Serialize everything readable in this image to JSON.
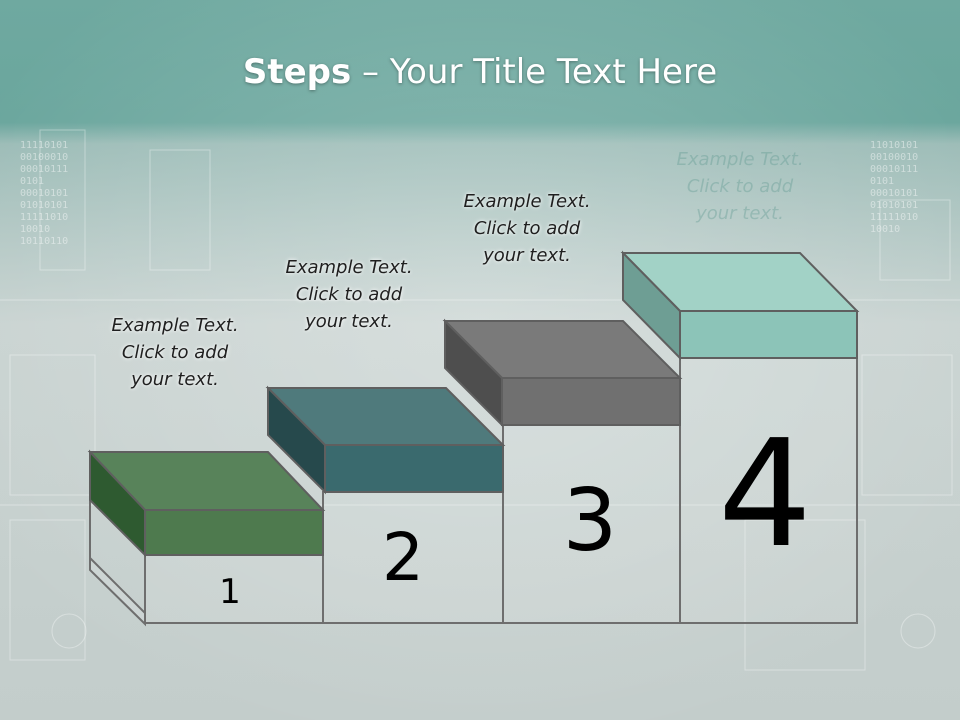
{
  "title": {
    "bold": "Steps",
    "rest": " – Your Title Text Here"
  },
  "steps": [
    {
      "number": "1",
      "lines": [
        "Example Text.",
        "Click  to add",
        "your text."
      ],
      "color": "#4e7a4e"
    },
    {
      "number": "2",
      "lines": [
        "Example Text.",
        "Click  to add",
        "your text."
      ],
      "color": "#3a6a6e"
    },
    {
      "number": "3",
      "lines": [
        "Example Text.",
        "Click  to add",
        "your text."
      ],
      "color": "#707070"
    },
    {
      "number": "4",
      "lines": [
        "Example Text.",
        "Click  to add",
        "your text."
      ],
      "color": "#8cc4b8"
    }
  ],
  "colors": {
    "teal_band": "#6fa9a0",
    "background": "#c7d1cf"
  }
}
